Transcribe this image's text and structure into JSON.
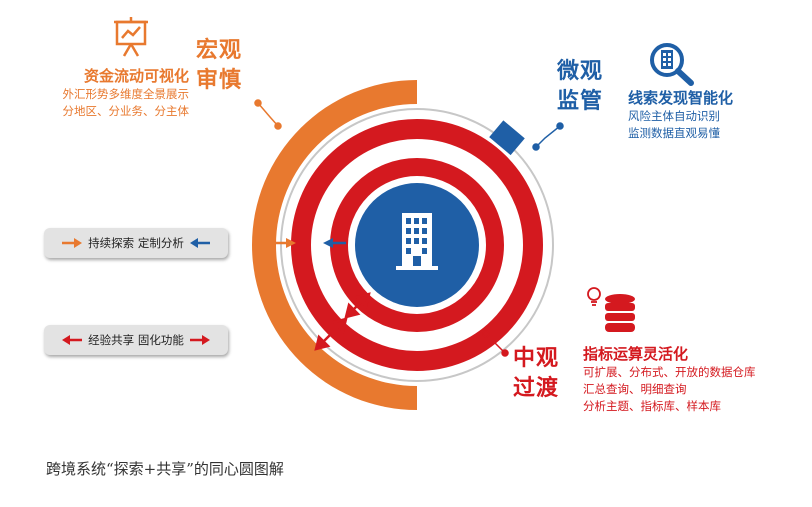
{
  "colors": {
    "orange": "#e8792f",
    "red": "#d4191f",
    "blue": "#1f5fa6",
    "gray": "#e3e3e3"
  },
  "macro": {
    "title_line1": "宏观",
    "title_line2": "审慎",
    "icon": "presentation-chart-icon",
    "heading": "资金流动可视化",
    "lines": [
      "外汇形势多维度全景展示",
      "分地区、分业务、分主体"
    ]
  },
  "micro": {
    "title_line1": "微观",
    "title_line2": "监管",
    "icon": "magnifier-building-icon",
    "heading": "线索发现智能化",
    "lines": [
      "风险主体自动识别",
      "监测数据直观易懂"
    ]
  },
  "meso": {
    "title_line1": "中观",
    "title_line2": "过渡",
    "icon": "database-lightbulb-icon",
    "heading": "指标运算灵活化",
    "lines": [
      "可扩展、分布式、开放的数据仓库",
      "汇总查询、明细查询",
      "分析主题、指标库、样本库"
    ]
  },
  "legend": {
    "item1": "持续探索 定制分析",
    "item2": "经验共享 固化功能"
  },
  "center_icon": "building-icon",
  "caption": "跨境系统“探索+共享”的同心圆图解"
}
